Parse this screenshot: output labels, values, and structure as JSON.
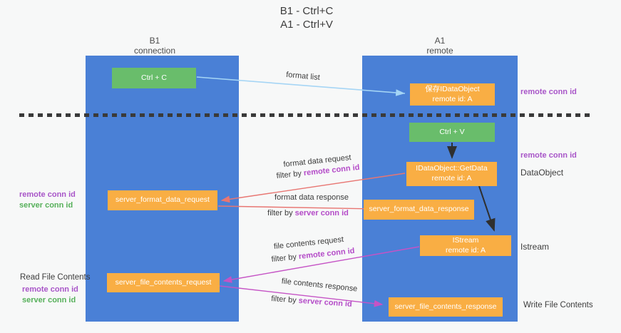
{
  "title": {
    "line1": "B1 - Ctrl+C",
    "line2": "A1 - Ctrl+V"
  },
  "lanes": {
    "left": {
      "title": "B1",
      "subtitle": "connection"
    },
    "right": {
      "title": "A1",
      "subtitle": "remote"
    }
  },
  "nodes": {
    "ctrl_c": {
      "label": "Ctrl + C"
    },
    "save_idataobject": {
      "line1": "保存IDataObject",
      "line2": "remote id: A"
    },
    "ctrl_v": {
      "label": "Ctrl + V"
    },
    "getdata": {
      "line1": "IDataObject::GetData",
      "line2": "remote id: A"
    },
    "server_format_data_request": {
      "label": "server_format_data_request"
    },
    "server_format_data_response": {
      "label": "server_format_data_response"
    },
    "istream": {
      "line1": "IStream",
      "line2": "remote id: A"
    },
    "server_file_contents_request": {
      "label": "server_file_contents_request"
    },
    "server_file_contents_response": {
      "label": "server_file_contents_response"
    }
  },
  "flow_labels": {
    "format_list": "format list",
    "format_data_request": "format data request",
    "format_data_response": "format data response",
    "file_contents_request": "file contents request",
    "file_contents_response": "file contents response",
    "filter_by": "filter by ",
    "remote_conn_id": "remote conn id",
    "server_conn_id": "server conn id"
  },
  "side_labels": {
    "remote_conn_id": "remote conn id",
    "server_conn_id": "server conn id",
    "dataobject": "DataObject",
    "istream": "Istream",
    "read_file_contents": "Read File Contents",
    "write_file_contents": "Write File Contents"
  },
  "colors": {
    "lane_blue": "#4a80d6",
    "node_green": "#69bd6b",
    "node_orange": "#f9ae44",
    "arrow_light_blue": "#a5d5f5",
    "arrow_black": "#2f2f2f",
    "arrow_red": "#e87672",
    "arrow_magenta": "#c553c5",
    "text_purple": "#a855c8",
    "text_green": "#56b05a"
  }
}
